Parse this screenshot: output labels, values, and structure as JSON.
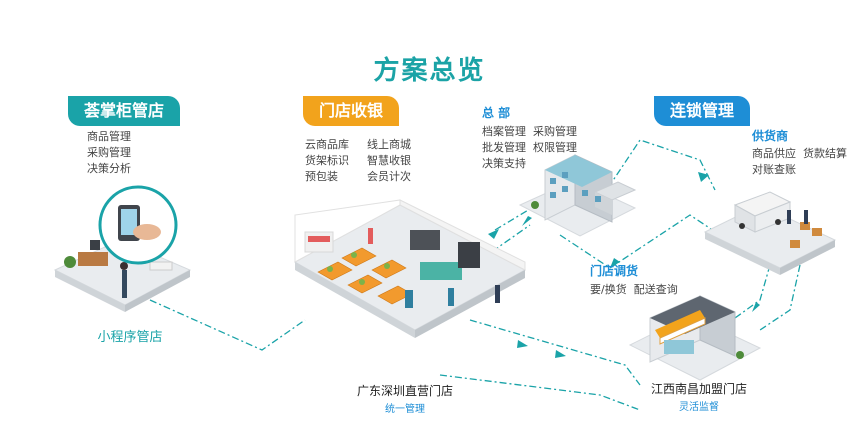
{
  "title": "方案总览",
  "sections": {
    "sp1": {
      "tag": "荟掌柜管店",
      "items": [
        "商品管理",
        "采购管理",
        "决策分析"
      ],
      "caption": "小程序管店"
    },
    "sp2": {
      "tag": "门店收银",
      "items_left": [
        "云商品库",
        "货架标识",
        "预包装"
      ],
      "items_right": [
        "线上商城",
        "智慧收银",
        "会员计次"
      ],
      "caption": "广东深圳直营门店",
      "subcaption": "统一管理"
    },
    "hq": {
      "heading": "总 部",
      "row1": [
        "档案管理",
        "采购管理"
      ],
      "row2": [
        "批发管理",
        "权限管理"
      ],
      "row3": [
        "决策支持"
      ]
    },
    "chain": {
      "tag": "连锁管理"
    },
    "supplier": {
      "heading": "供货商",
      "row1": [
        "商品供应",
        "货款结算"
      ],
      "row2": [
        "对账查账"
      ]
    },
    "transfer": {
      "heading": "门店调货",
      "row1": [
        "要/换货",
        "配送查询"
      ]
    },
    "franchise": {
      "caption": "江西南昌加盟门店",
      "subcaption": "灵活监督"
    }
  },
  "colors": {
    "teal": "#1aa3a8",
    "orange": "#f2a31c",
    "blue": "#1e8ed6",
    "title": "#1ba3a6",
    "floor": "#e9ecef"
  }
}
